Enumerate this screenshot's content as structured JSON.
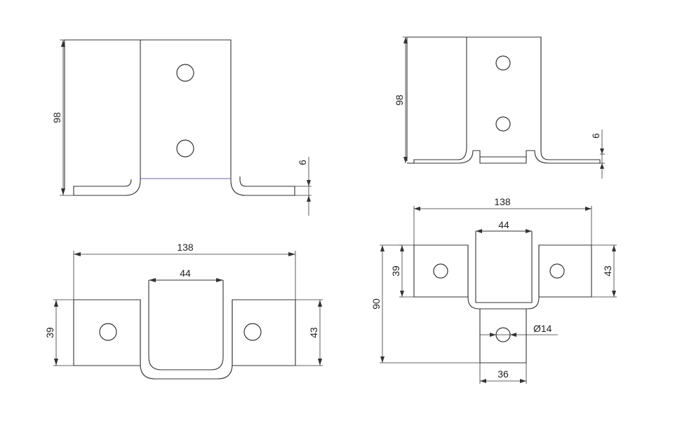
{
  "colors": {
    "line": "#333333",
    "accent_line": "#6f63a8",
    "background": "#ffffff"
  },
  "views": {
    "front_large": {
      "height": "98",
      "thickness": "6"
    },
    "front_small": {
      "height": "98",
      "thickness": "6"
    },
    "top_large": {
      "width": "138",
      "channel": "44",
      "left_depth": "39",
      "right_depth": "43"
    },
    "top_small": {
      "width": "138",
      "channel": "44",
      "left_depth": "39",
      "right_depth": "43",
      "total_depth": "90",
      "hole_diameter": "Ø14",
      "tab_width": "36"
    }
  }
}
